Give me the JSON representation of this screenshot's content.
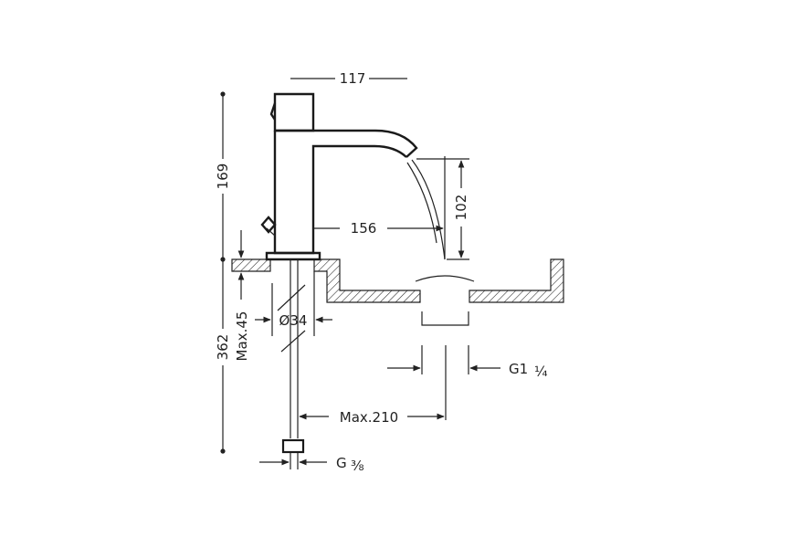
{
  "dimensions": {
    "spout_reach_top": "117",
    "total_height": "169",
    "spout_reach": "156",
    "spout_height": "102",
    "install_depth": "362",
    "max_deck": "Max.45",
    "hole_diameter": "Ø34",
    "waste_thread_main": "G1",
    "waste_thread_frac": "¼",
    "hose_length": "Max.210",
    "supply_thread_main": "G",
    "supply_thread_frac": "⅜"
  }
}
